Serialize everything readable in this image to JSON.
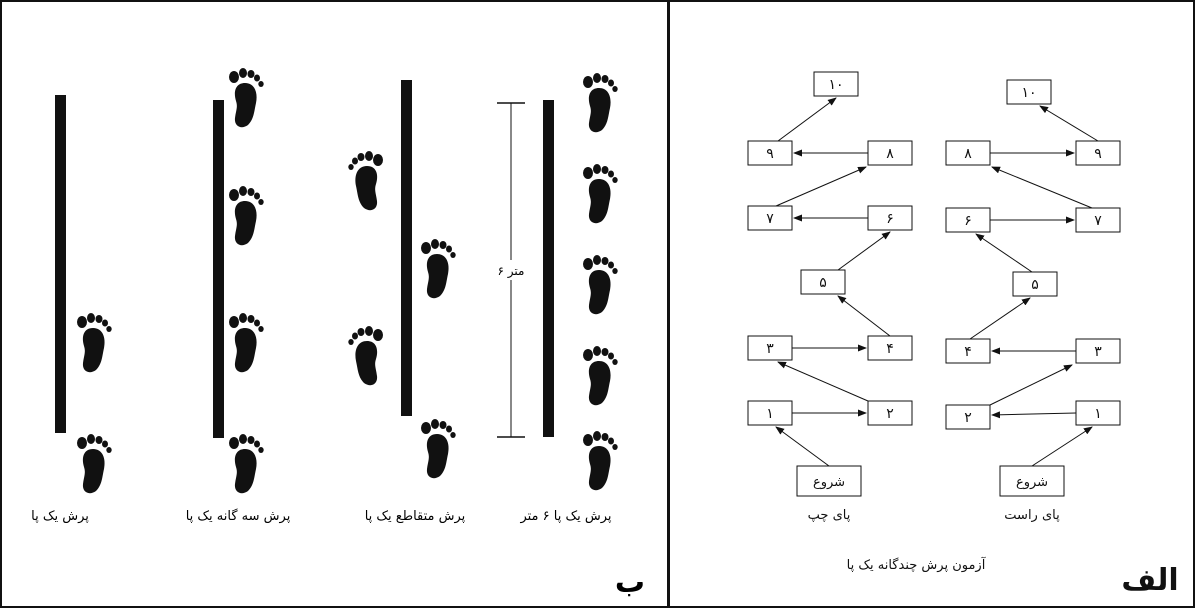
{
  "panel_b": {
    "letter": "ب",
    "captions": {
      "single_hop": "پرش یک پا",
      "triple_hop": "پرش سه گانه یک پا",
      "crossover_hop": "پرش متقاطع یک پا",
      "timed_hop": "پرش یک پا ۶ متر"
    },
    "distance_label": "۶ متر"
  },
  "panel_a": {
    "letter": "الف",
    "title": "آزمون پرش چندگانه یک پا",
    "left_leg": {
      "label": "پای چپ",
      "start": "شروع",
      "boxes": [
        "۱",
        "۲",
        "۳",
        "۴",
        "۵",
        "۶",
        "۷",
        "۸",
        "۹",
        "۱۰"
      ]
    },
    "right_leg": {
      "label": "پای راست",
      "start": "شروع",
      "boxes": [
        "۱",
        "۲",
        "۳",
        "۴",
        "۵",
        "۶",
        "۷",
        "۸",
        "۹",
        "۱۰"
      ]
    }
  },
  "colors": {
    "ink": "#111111",
    "background": "#ffffff"
  }
}
